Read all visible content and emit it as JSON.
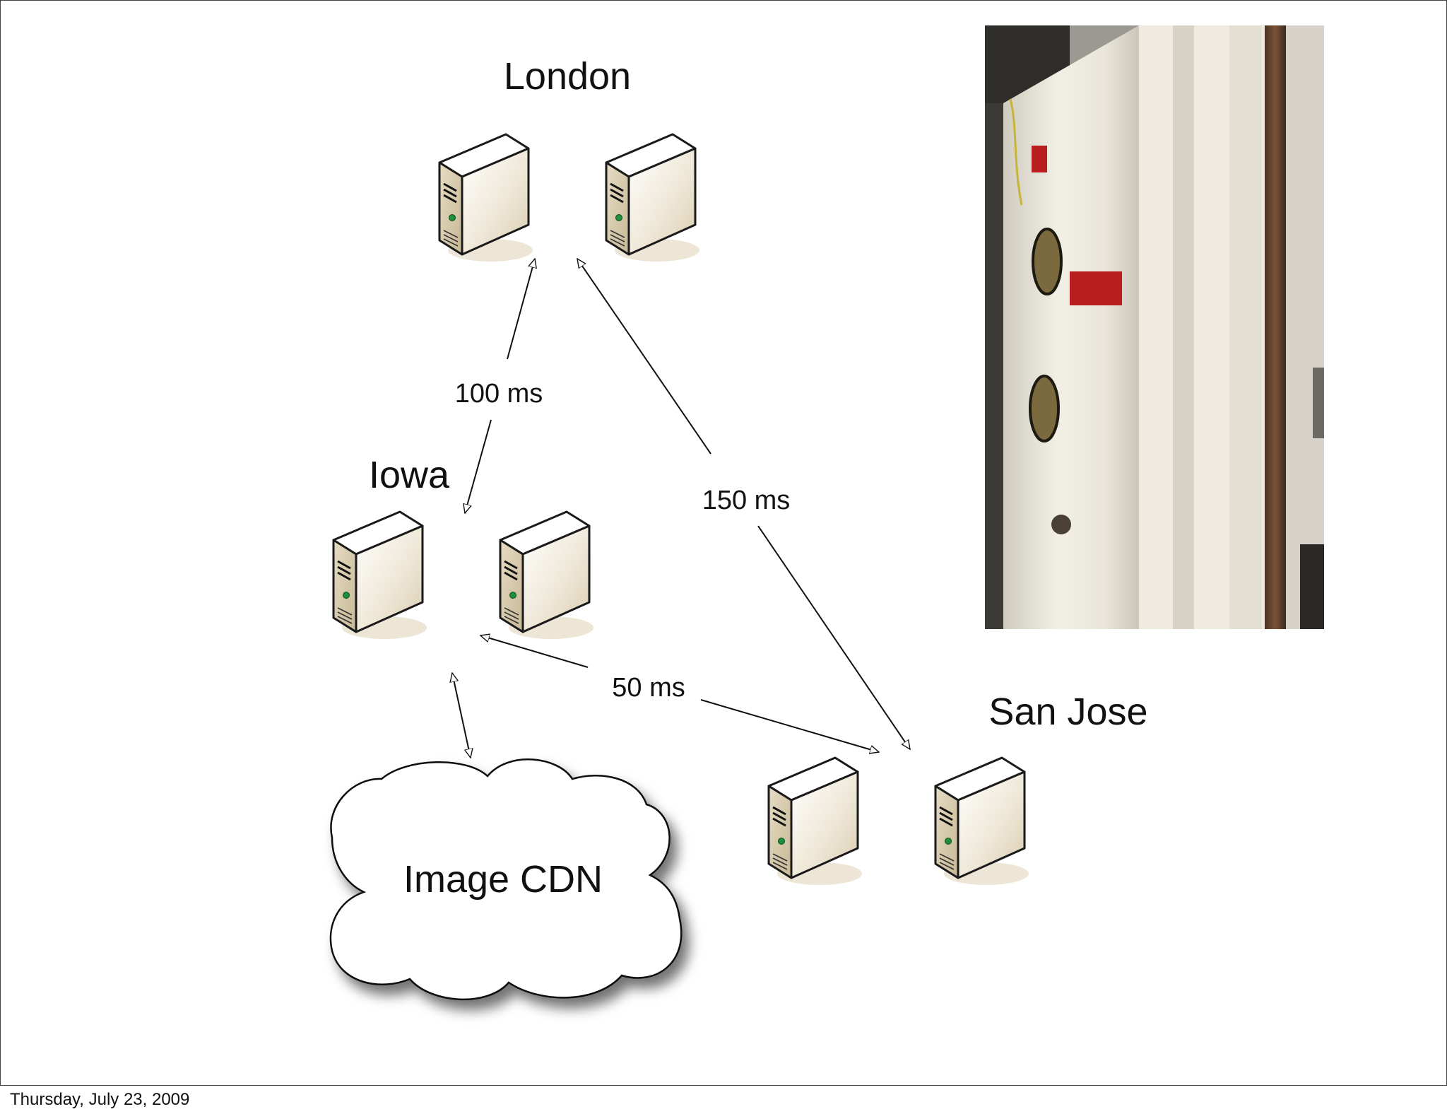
{
  "nodes": {
    "london": "London",
    "iowa": "Iowa",
    "san_jose": "San Jose",
    "cdn": "Image CDN"
  },
  "links": {
    "london_iowa": "100 ms",
    "london_san_jose": "150 ms",
    "iowa_san_jose": "50 ms"
  },
  "photo": {
    "subject": "vault door"
  },
  "footer": {
    "date": "Thursday, July 23, 2009"
  }
}
